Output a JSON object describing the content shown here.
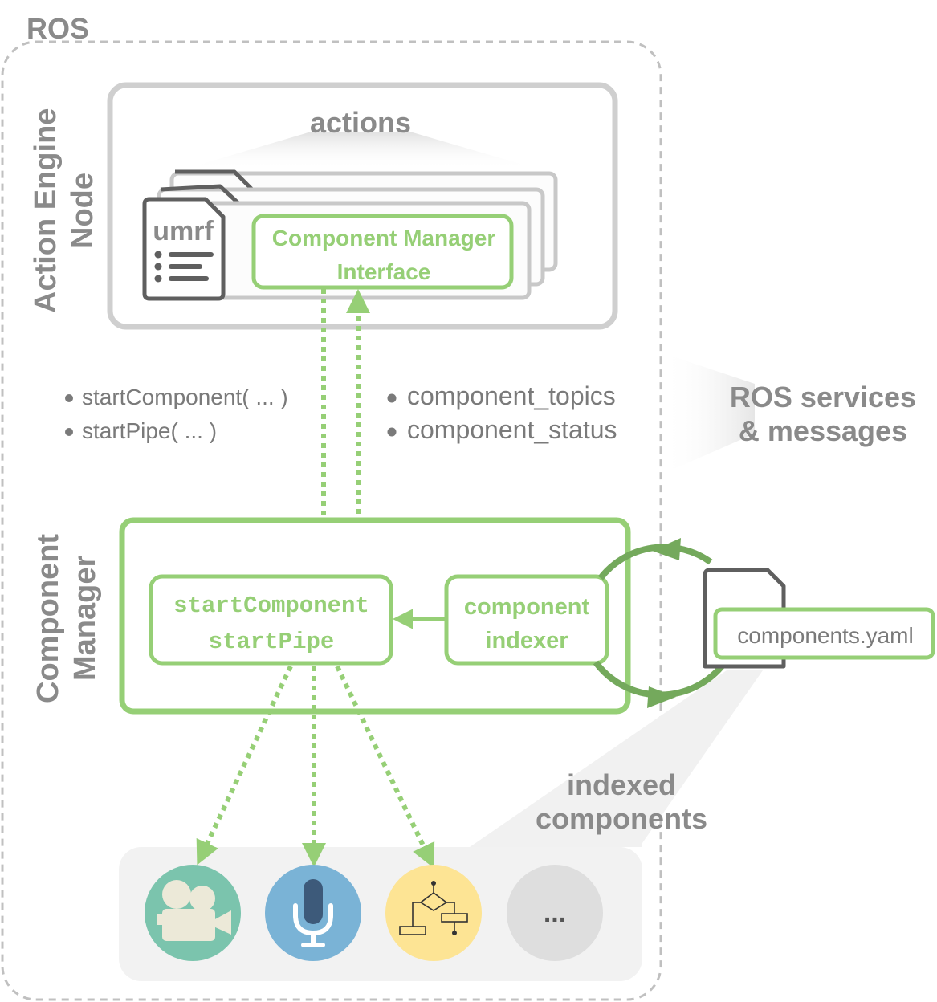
{
  "ros": {
    "label": "ROS"
  },
  "action_engine": {
    "label_line1": "Action Engine",
    "label_line2": "Node",
    "actions_label": "actions",
    "umrf_label": "umrf",
    "cmi_line1": "Component Manager",
    "cmi_line2": "Interface"
  },
  "calls": {
    "down": [
      "startComponent( ... )",
      "startPipe( ... )"
    ],
    "up": [
      "component_topics",
      "component_status"
    ]
  },
  "ros_services": {
    "line1": "ROS services",
    "line2": "& messages"
  },
  "component_manager": {
    "label_line1": "Component",
    "label_line2": "Manager",
    "start_line1": "startComponent",
    "start_line2": "startPipe",
    "indexer_line1": "component",
    "indexer_line2": "indexer"
  },
  "yaml": {
    "filename": "components.yaml"
  },
  "indexed": {
    "line1": "indexed",
    "line2": "components"
  },
  "components": [
    {
      "icon": "video-camera-icon",
      "color": "#7bc4ad"
    },
    {
      "icon": "microphone-icon",
      "color": "#7ab3d6"
    },
    {
      "icon": "flowchart-icon",
      "color": "#fde494"
    },
    {
      "icon": "ellipsis-icon",
      "color": "#dedede",
      "label": "..."
    }
  ],
  "colors": {
    "green": "#96cf76",
    "dark_green": "#74a95c",
    "gray_text": "#8a8a8a",
    "gray_border": "#c8c8c8",
    "doc_border": "#666666"
  }
}
